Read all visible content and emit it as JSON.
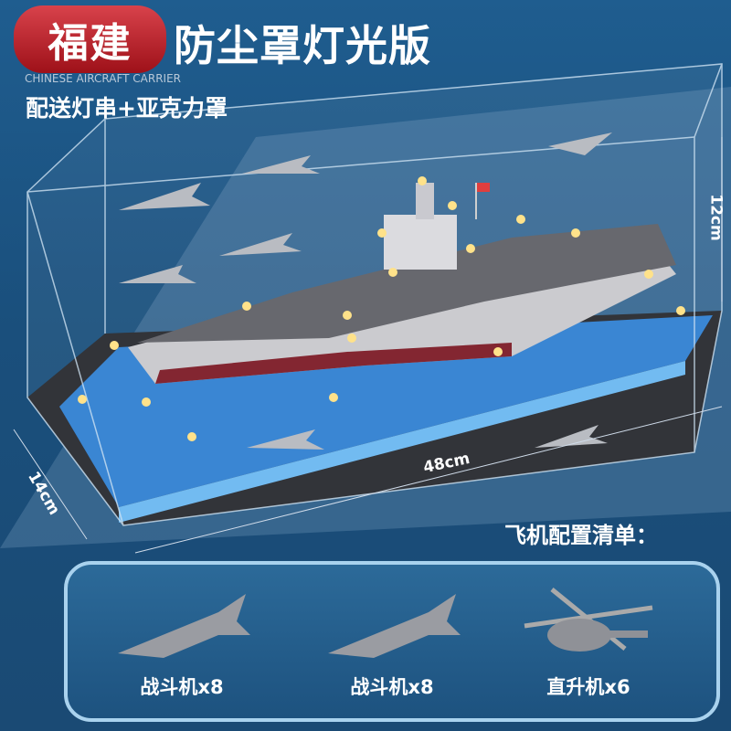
{
  "header": {
    "badge": "福建",
    "title": "防尘罩灯光版",
    "subtitle_en": "CHINESE AIRCRAFT CARRIER",
    "subtitle": "配送灯串+亚克力罩"
  },
  "dimensions": {
    "height": "12cm",
    "length": "48cm",
    "depth": "14cm"
  },
  "aircraft_list": {
    "title": "飞机配置清单：",
    "items": [
      {
        "label": "战斗机x8",
        "icon": "fighter-jet-icon"
      },
      {
        "label": "战斗机x8",
        "icon": "fighter-jet-icon"
      },
      {
        "label": "直升机x6",
        "icon": "helicopter-icon"
      }
    ]
  },
  "colors": {
    "badge": "#c0242d",
    "background": "#1f5d8f",
    "panel_border": "#a9d2ee"
  }
}
